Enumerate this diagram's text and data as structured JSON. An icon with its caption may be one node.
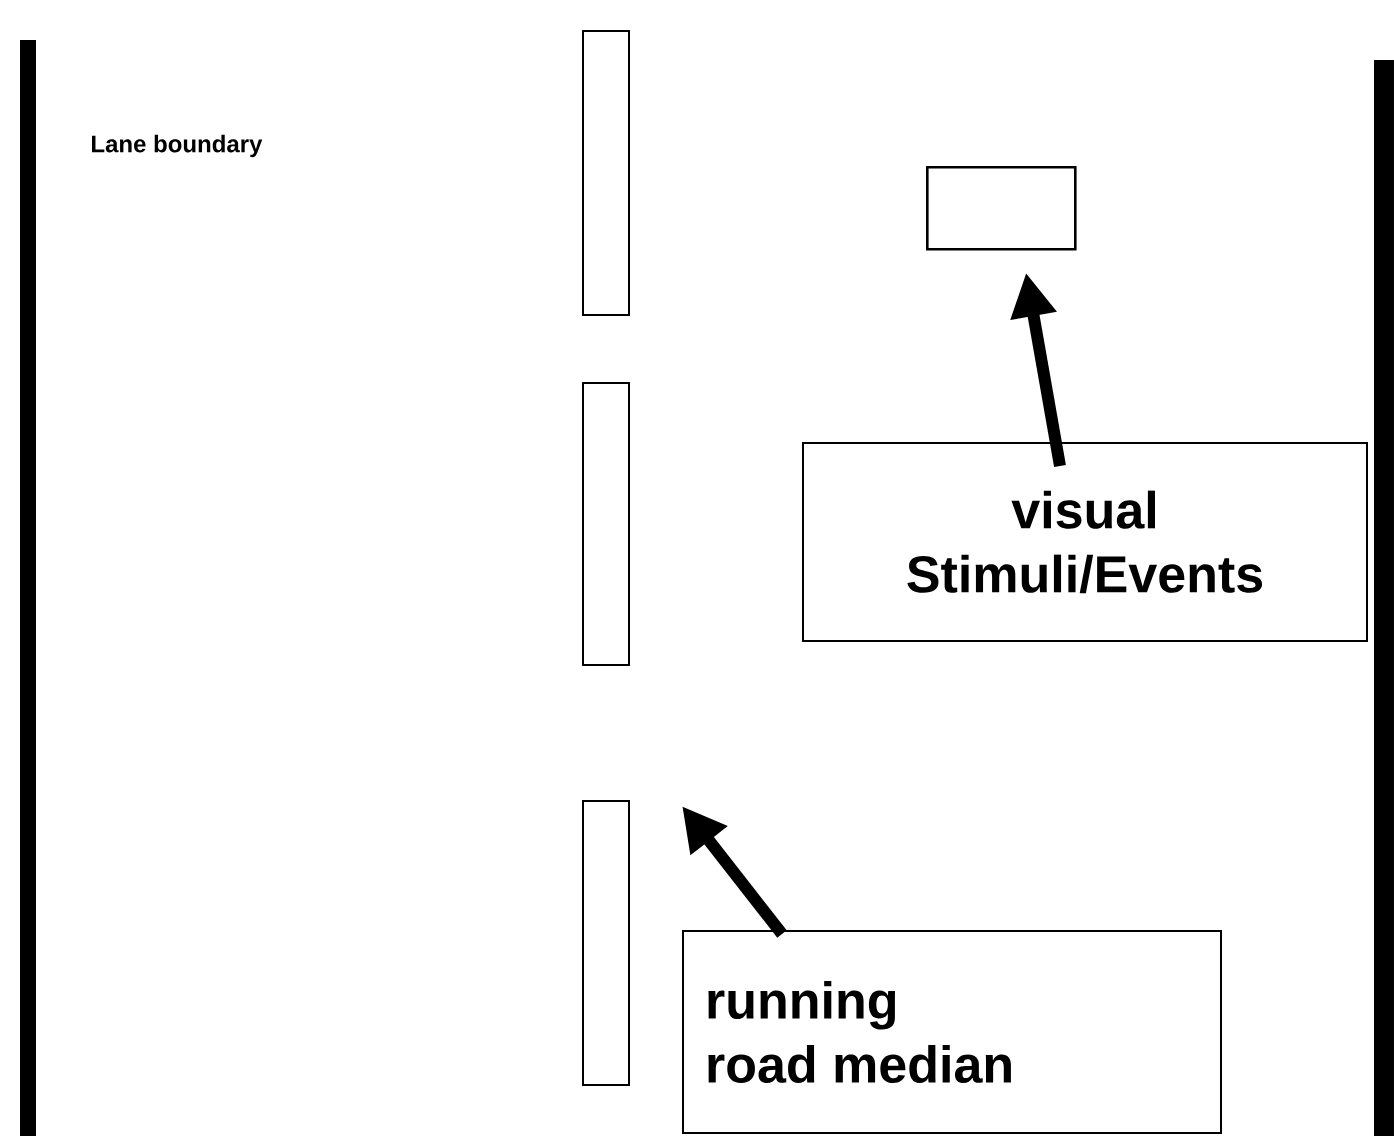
{
  "diagram": {
    "nodes": [
      {
        "text": [],
        "shape": "bar"
      },
      {
        "text": [],
        "shape": "bar"
      },
      {
        "text": [],
        "shape": "bar"
      },
      {
        "text": [],
        "shape": "box"
      },
      {
        "text": [
          "visual Stimuli/Events"
        ]
      },
      {
        "text": [
          "running road median"
        ]
      }
    ],
    "edges": [
      {
        "from": 4,
        "to": 3,
        "arrow": "to"
      },
      {
        "from": 5,
        "to": 2,
        "arrow": "to"
      }
    ],
    "labels": [
      "Lane boundary"
    ]
  }
}
